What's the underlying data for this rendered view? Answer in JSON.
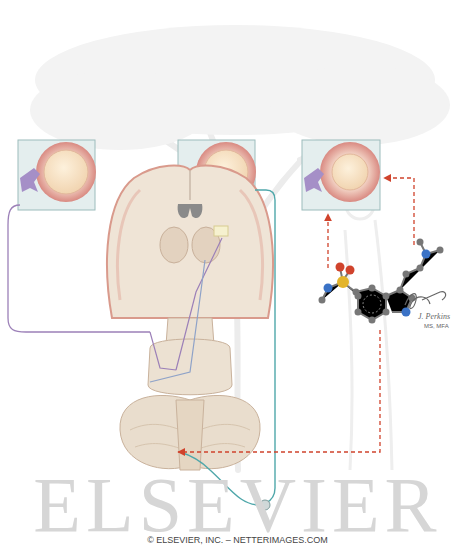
{
  "diagram": {
    "labels": [
      "ELSEVIER",
      "© ELSEVIER, INC. – NETTERIMAGES.COM",
      "J. Perkins",
      "MS, MFA"
    ]
  }
}
